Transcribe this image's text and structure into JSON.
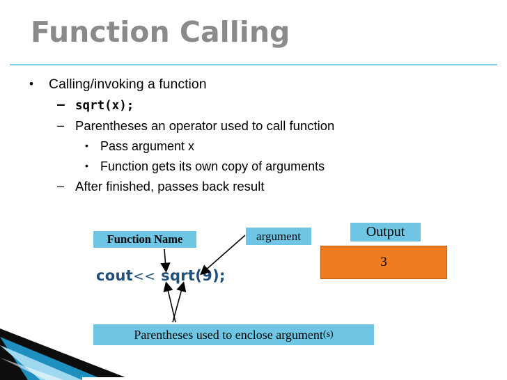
{
  "slide": {
    "title": "Function Calling",
    "bullets": [
      {
        "level": 1,
        "marker": "•",
        "text": "Calling/invoking a function",
        "code": false
      },
      {
        "level": 2,
        "marker": "–",
        "text": "sqrt(x);",
        "code": true
      },
      {
        "level": 2,
        "marker": "–",
        "text": "Parentheses an operator used to call function",
        "code": false
      },
      {
        "level": 3,
        "marker": "•",
        "text": "Pass argument x",
        "code": false
      },
      {
        "level": 3,
        "marker": "•",
        "text": "Function gets its own copy of arguments",
        "code": false
      },
      {
        "level": 2,
        "marker": "–",
        "text": "After finished, passes back result",
        "code": false
      }
    ],
    "diagram": {
      "function_name_label": "Function Name",
      "argument_label": "argument",
      "output_label": "Output",
      "result_value": "3",
      "parentheses_label": "Parentheses used to enclose argument",
      "parentheses_label_small": "(s)",
      "code_prefix": "cout",
      "code_operator": "<<",
      "code_call": " sqrt(9);"
    },
    "colors": {
      "title_gray": "#8a8a8a",
      "accent_cyan": "#6fc6e4",
      "underline": "#7fd0e8",
      "result_orange": "#f07c22",
      "code_blue": "#1f4e79"
    }
  }
}
